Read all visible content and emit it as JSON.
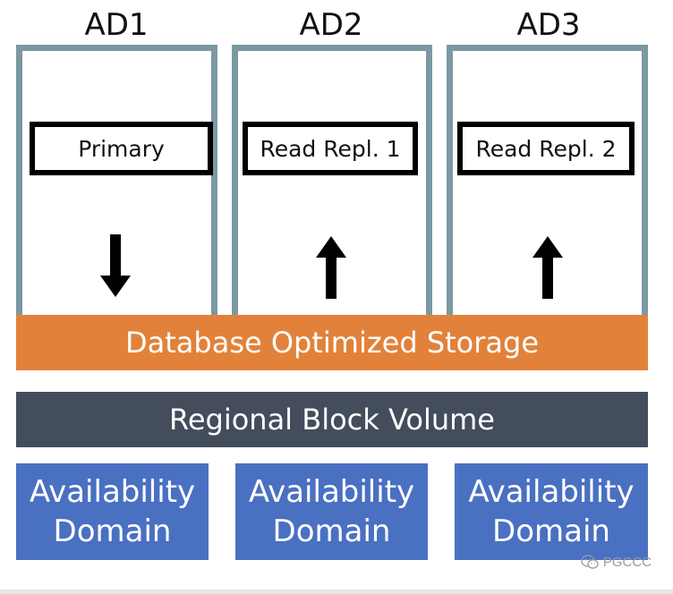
{
  "availability_domains": [
    {
      "label": "AD1",
      "database": "Primary",
      "arrow": "down"
    },
    {
      "label": "AD2",
      "database": "Read Repl. 1",
      "arrow": "up"
    },
    {
      "label": "AD3",
      "database": "Read Repl. 2",
      "arrow": "up"
    }
  ],
  "storage_layer": {
    "label": "Database Optimized Storage",
    "color": "#e2823a"
  },
  "block_layer": {
    "label": "Regional Block Volume",
    "color": "#434d5b"
  },
  "domain_boxes": [
    {
      "line1": "Availability",
      "line2": "Domain"
    },
    {
      "line1": "Availability",
      "line2": "Domain"
    },
    {
      "line1": "Availability",
      "line2": "Domain"
    }
  ],
  "domain_color": "#4a70c2",
  "column_border_color": "#7c98a3",
  "watermark": {
    "icon": "wechat-icon",
    "text": "PGCCC"
  }
}
